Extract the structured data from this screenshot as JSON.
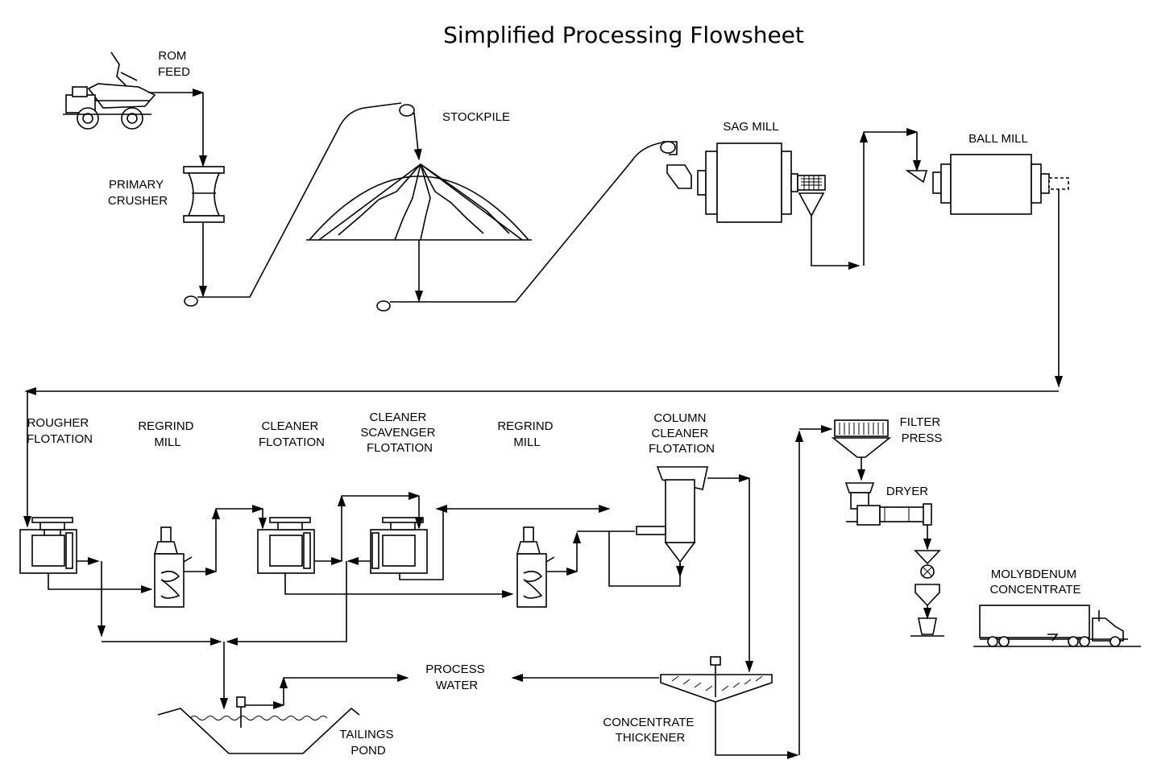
{
  "title": "Simplified Processing Flowsheet",
  "labels": {
    "rom_feed": [
      "ROM",
      "FEED"
    ],
    "primary_crusher": [
      "PRIMARY",
      "CRUSHER"
    ],
    "stockpile": [
      "STOCKPILE"
    ],
    "sag_mill": [
      "SAG MILL"
    ],
    "ball_mill": [
      "BALL MILL"
    ],
    "rougher_flotation": [
      "ROUGHER",
      "FLOTATION"
    ],
    "regrind_mill_1": [
      "REGRIND",
      "MILL"
    ],
    "cleaner_flotation": [
      "CLEANER",
      "FLOTATION"
    ],
    "cleaner_scavenger_flotation": [
      "CLEANER",
      "SCAVENGER",
      "FLOTATION"
    ],
    "regrind_mill_2": [
      "REGRIND",
      "MILL"
    ],
    "column_cleaner_flotation": [
      "COLUMN",
      "CLEANER",
      "FLOTATION"
    ],
    "filter_press": [
      "FILTER",
      "PRESS"
    ],
    "dryer": [
      "DRYER"
    ],
    "molybdenum_concentrate": [
      "MOLYBDENUM",
      "CONCENTRATE"
    ],
    "process_water": [
      "PROCESS",
      "WATER"
    ],
    "tailings_pond": [
      "TAILINGS",
      "POND"
    ],
    "concentrate_thickener": [
      "CONCENTRATE",
      "THICKENER"
    ]
  }
}
